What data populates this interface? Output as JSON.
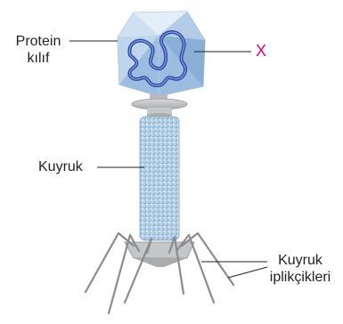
{
  "labels": {
    "protein_line1": "Protein",
    "protein_line2": "kılıf",
    "x_label": "X",
    "tail": "Kuyruk",
    "fibers_line1": "Kuyruk",
    "fibers_line2": "iplikçikleri"
  },
  "colors": {
    "x_label": "#e6007e",
    "text": "#231f20",
    "leader_line": "#231f20",
    "capsid": "#a9c6e6",
    "dna": "#3a56b0",
    "tail": "#9fc0dc",
    "fibers": "#8a8a8a"
  },
  "icons": {
    "head": "icosahedral-capsid",
    "genome": "coiled-dna-strand"
  }
}
